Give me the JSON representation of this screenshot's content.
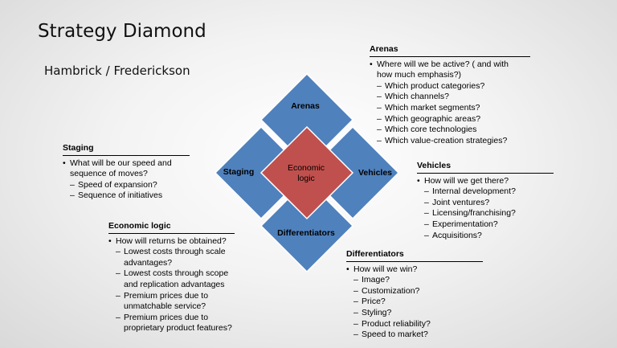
{
  "title": "Strategy Diamond",
  "subtitle": "Hambrick / Frederickson",
  "diamond": {
    "top": "Arenas",
    "left": "Staging",
    "right": "Vehicles",
    "bottom": "Differentiators",
    "center_line1": "Economic",
    "center_line2": "logic"
  },
  "colors": {
    "blue_tile": "#4f81bd",
    "center_tile": "#c0504d"
  },
  "arenas": {
    "heading": "Arenas",
    "question_line1": "Where will we be active? ( and with",
    "question_line2": "how much emphasis?)",
    "items": [
      "Which product categories?",
      "Which channels?",
      "Which market segments?",
      "Which geographic areas?",
      "Which core technologies",
      "Which value-creation strategies?"
    ]
  },
  "staging": {
    "heading": "Staging",
    "question_line1": "What will be our speed and",
    "question_line2": "sequence of moves?",
    "items": [
      "Speed of expansion?",
      "Sequence of initiatives"
    ]
  },
  "vehicles": {
    "heading": "Vehicles",
    "question": "How will we get there?",
    "items": [
      "Internal development?",
      "Joint ventures?",
      "Licensing/franchising?",
      "Experimentation?",
      "Acquisitions?"
    ]
  },
  "economic_logic": {
    "heading": "Economic logic",
    "question": "How will returns be obtained?",
    "items": [
      {
        "line1": "Lowest costs through scale",
        "line2": "advantages?"
      },
      {
        "line1": "Lowest costs through scope",
        "line2": "and replication advantages"
      },
      {
        "line1": "Premium prices due to",
        "line2": "unmatchable service?"
      },
      {
        "line1": "Premium prices due to",
        "line2": "proprietary product features?"
      }
    ]
  },
  "differentiators": {
    "heading": "Differentiators",
    "question": "How will we win?",
    "items": [
      "Image?",
      "Customization?",
      "Price?",
      "Styling?",
      "Product reliability?",
      "Speed to market?"
    ]
  }
}
